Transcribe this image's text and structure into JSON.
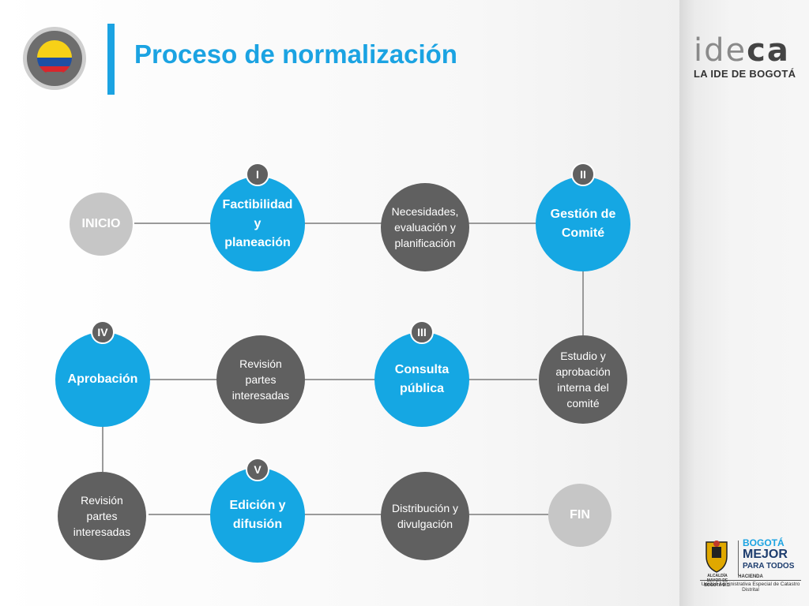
{
  "header": {
    "title": "Proceso de normalización"
  },
  "brand": {
    "logo_word_prefix": "ide",
    "logo_word_suffix": "ca",
    "logo_tagline": "LA IDE DE BOGOTÁ"
  },
  "flag_colors": [
    "#f7d117",
    "#1e4fa3",
    "#d8262c"
  ],
  "accent_color": "#1ba3e2",
  "diagram": {
    "start": "INICIO",
    "end": "FIN",
    "phases": [
      {
        "numeral": "I",
        "label": "Factibilidad y planeación"
      },
      {
        "numeral": "II",
        "label": "Gestión de Comité"
      },
      {
        "numeral": "III",
        "label": "Consulta pública"
      },
      {
        "numeral": "IV",
        "label": "Aprobación"
      },
      {
        "numeral": "V",
        "label": "Edición y difusión"
      }
    ],
    "steps": [
      "Necesidades, evaluación y planificación",
      "Estudio y aprobación interna del comité",
      "Revisión partes interesadas",
      "Revisión partes interesadas",
      "Distribución y divulgación"
    ]
  },
  "footer": {
    "alcaldia": "ALCALDÍA MAYOR DE BOGOTÁ D.C.",
    "bogota_l1": "BOGOTÁ",
    "bogota_l2": "MEJOR",
    "bogota_l3": "PARA TODOS",
    "hacienda": "HACIENDA",
    "uaecd": "Unidad Administrativa Especial de Catastro Distrital"
  }
}
